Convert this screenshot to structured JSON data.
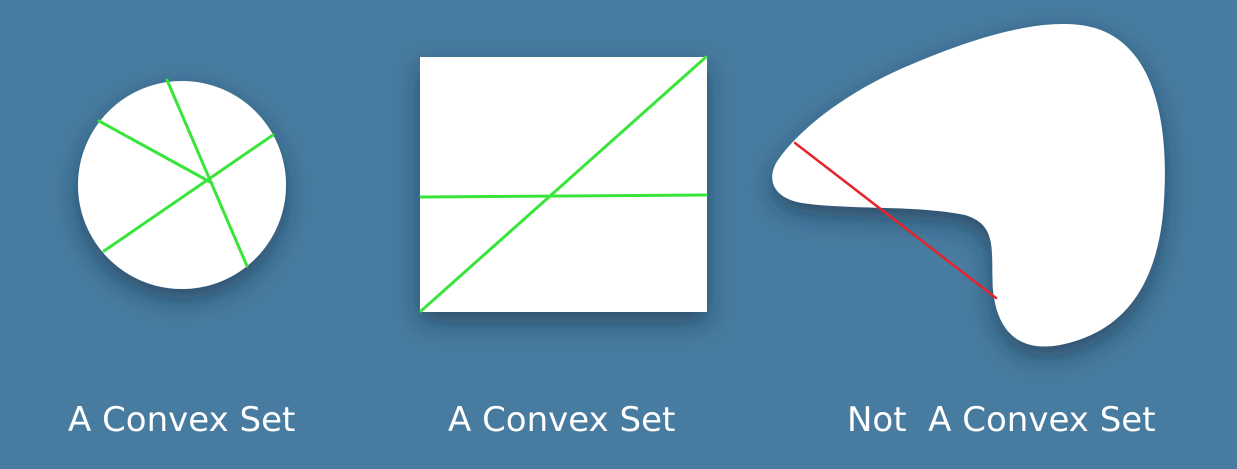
{
  "colors": {
    "background": "#477b9f",
    "shape_fill": "#ffffff",
    "convex_chord": "#39e53a",
    "non_convex_chord": "#e5242b",
    "caption_text": "#ffffff"
  },
  "panels": [
    {
      "shape": "circle",
      "caption": "A Convex Set",
      "chords_inside": true
    },
    {
      "shape": "rectangle",
      "caption": "A Convex Set",
      "chords_inside": true
    },
    {
      "shape": "kidney",
      "caption": "Not  A Convex Set",
      "chords_inside": false
    }
  ]
}
